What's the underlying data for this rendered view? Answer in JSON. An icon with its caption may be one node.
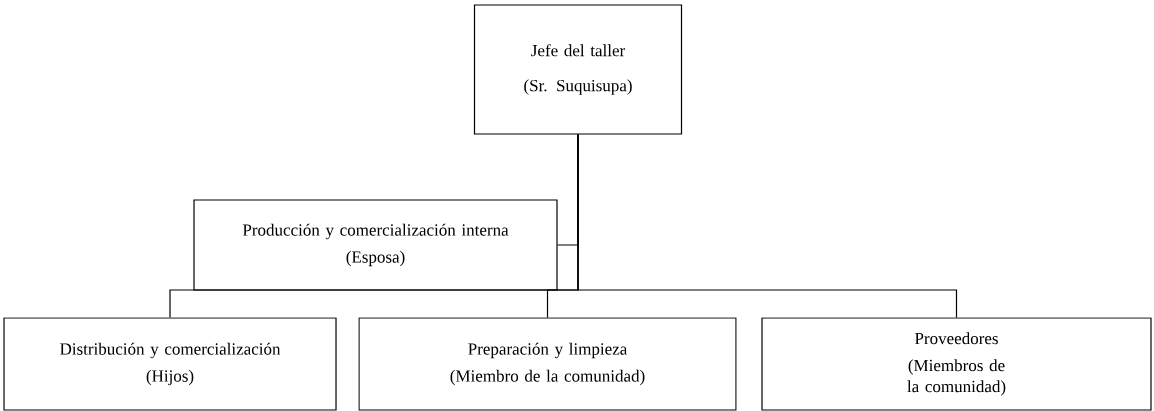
{
  "diagram": {
    "nodes": [
      {
        "text": [
          "Jefe del taller",
          "(Sr. Suquisupa)"
        ]
      },
      {
        "text": [
          "Producción y comercialización interna",
          "(Esposa)"
        ]
      },
      {
        "text": [
          "Distribución y comercialización",
          "(Hijos)"
        ]
      },
      {
        "text": [
          "Preparación y limpieza",
          "(Miembro de la comunidad)"
        ]
      },
      {
        "text": [
          "Proveedores",
          "(Miembros de la comunidad)"
        ]
      }
    ],
    "edges": [
      {
        "from": 0,
        "to": 1,
        "arrow": "none"
      },
      {
        "from": 0,
        "to": 2,
        "arrow": "none"
      },
      {
        "from": 0,
        "to": 3,
        "arrow": "none"
      },
      {
        "from": 0,
        "to": 4,
        "arrow": "none"
      }
    ]
  }
}
